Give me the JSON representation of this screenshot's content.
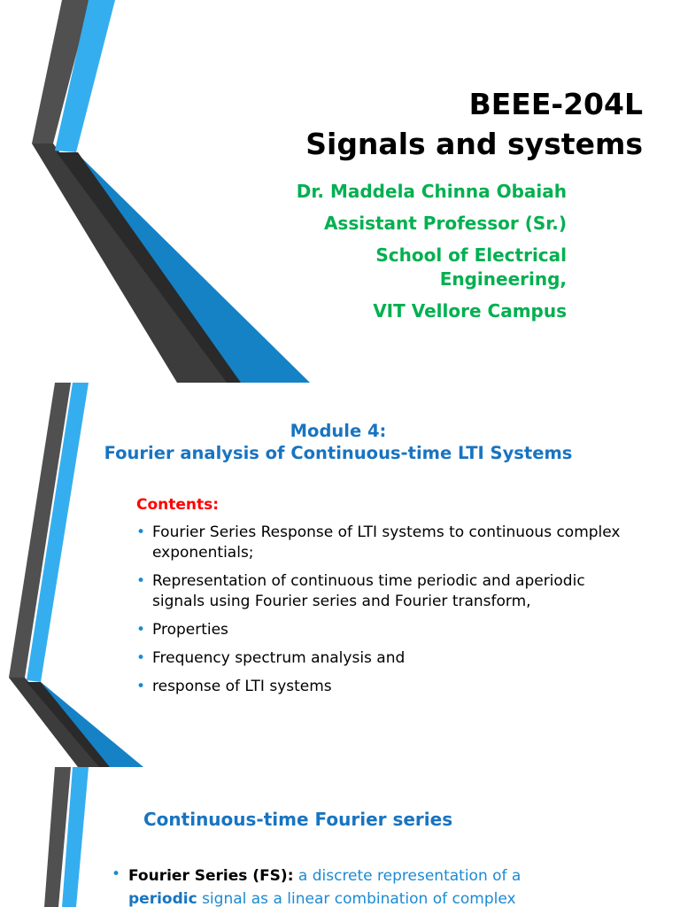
{
  "slide1": {
    "course_code": "BEEE-204L",
    "course_name": "Signals and systems",
    "author_lines": [
      "Dr. Maddela Chinna Obaiah",
      "Assistant Professor (Sr.)",
      "School of Electrical Engineering,",
      "VIT Vellore Campus"
    ]
  },
  "slide2": {
    "module_title": "Module 4:",
    "module_subtitle": "Fourier analysis of Continuous-time LTI Systems",
    "contents_heading": "Contents:",
    "bullets": [
      "Fourier Series Response of LTI systems to continuous complex exponentials;",
      "Representation of continuous time periodic and aperiodic signals using Fourier series and Fourier transform,",
      "Properties",
      "Frequency spectrum analysis and",
      "response of LTI systems"
    ]
  },
  "slide3": {
    "title": "Continuous-time Fourier series",
    "item_term": "Fourier Series (FS):",
    "item_text_1": "a discrete representation of a",
    "item_term_2": "periodic",
    "item_text_2": "signal as a linear combination of complex"
  },
  "bullet_glyph": "•",
  "colors": {
    "green": "#00b050",
    "blue_title": "#1874c1",
    "red_heading": "#ff0000",
    "deco_dark": "#4a4a4a",
    "deco_light_blue": "#33aaee",
    "deco_blue": "#1583c8"
  }
}
